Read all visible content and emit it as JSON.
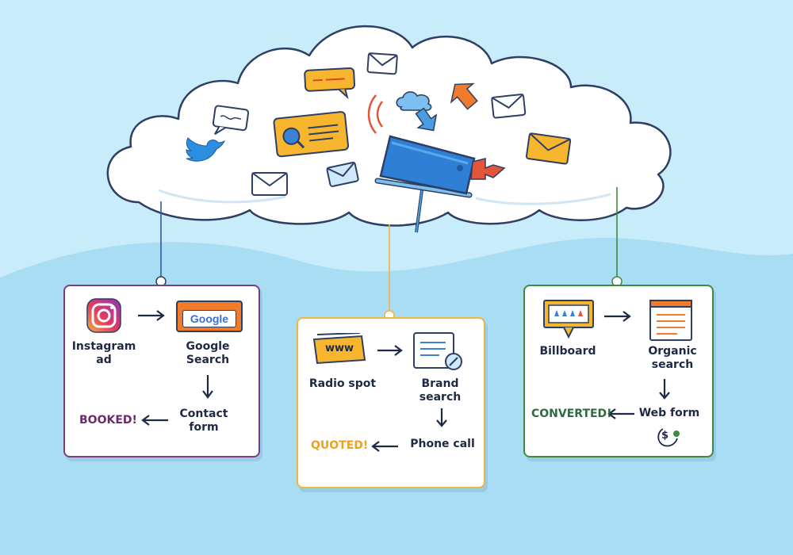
{
  "colors": {
    "background": "#c9ecfb",
    "cloud_fill": "#ffffff",
    "cloud_outline": "#2d3f63",
    "left_path": "#7a3d7e",
    "middle_path": "#f0b440",
    "right_path": "#3e8a3f",
    "booked": "#6b2a6e",
    "quoted": "#f0a020",
    "converted": "#2e6b3e"
  },
  "cloud": {
    "icons": [
      "twitter-icon",
      "chat-bubble-icon",
      "envelope-icon",
      "search-card-icon",
      "megaphone-billboard-icon",
      "signal-waves-icon",
      "cloud-icon",
      "up-arrow-icon",
      "down-arrow-icon"
    ]
  },
  "paths": {
    "left": {
      "step1": "Instagram\nad",
      "step2": "Google\nSearch",
      "google_logo": "Google",
      "step3": "Contact\nform",
      "outcome": "BOOKED!"
    },
    "middle": {
      "step1": "Radio spot",
      "www_text": "www",
      "step2": "Brand\nsearch",
      "step3": "Phone call",
      "outcome": "QUOTED!"
    },
    "right": {
      "step1": "Billboard",
      "step2": "Organic\nsearch",
      "step3": "Web form",
      "dollar": "$",
      "outcome": "CONVERTED!"
    }
  }
}
